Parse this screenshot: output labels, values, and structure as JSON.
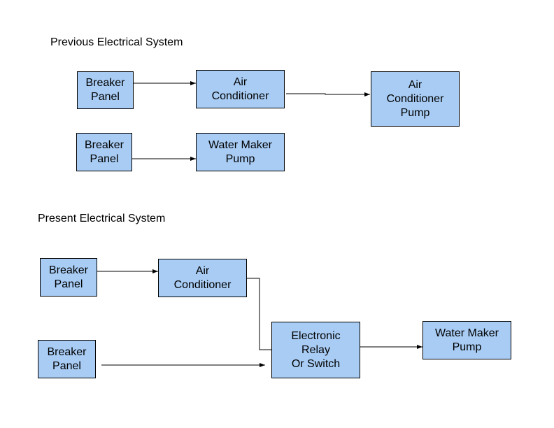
{
  "previous": {
    "title": "Previous Electrical System",
    "breaker_panel_1": "Breaker\nPanel",
    "air_conditioner": "Air\nConditioner",
    "ac_pump": "Air\nConditioner\nPump",
    "breaker_panel_2": "Breaker\nPanel",
    "water_maker_pump": "Water Maker\nPump"
  },
  "present": {
    "title": "Present Electrical System",
    "breaker_panel_1": "Breaker\nPanel",
    "air_conditioner": "Air\nConditioner",
    "breaker_panel_2": "Breaker\nPanel",
    "relay": "Electronic\nRelay\nOr Switch",
    "water_maker_pump": "Water Maker\nPump"
  },
  "colors": {
    "box_fill": "#a8ccf4",
    "line": "#000000"
  }
}
